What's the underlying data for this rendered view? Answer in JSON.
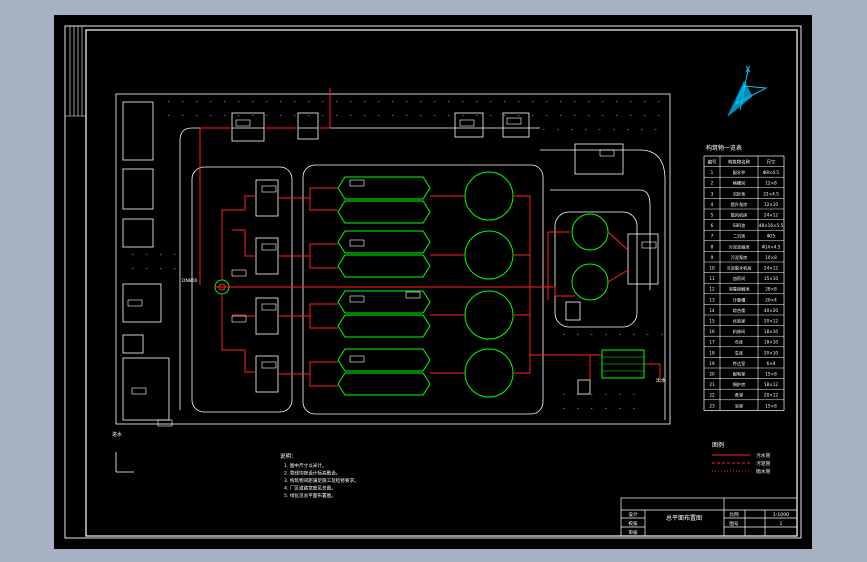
{
  "colors": {
    "backdrop": "#a6b1c4",
    "canvas": "#000000",
    "frame": "#ffffff",
    "pipe": "#ff2020",
    "tank": "#00ff00",
    "text": "#ffffff",
    "north_arrow": "#00c8ff"
  },
  "table": {
    "title": "构筑物一览表",
    "headers": [
      "编号",
      "构筑物名称",
      "尺寸"
    ],
    "rows": [
      [
        "1",
        "配水井",
        "Φ8×4.5"
      ],
      [
        "2",
        "格栅间",
        "12×8"
      ],
      [
        "3",
        "沉砂池",
        "22×4.5"
      ],
      [
        "4",
        "提升泵房",
        "12×10"
      ],
      [
        "5",
        "鼓风机房",
        "24×12"
      ],
      [
        "6",
        "SBR池",
        "48×16×5.5"
      ],
      [
        "7",
        "二沉池",
        "Φ25"
      ],
      [
        "8",
        "污泥浓缩池",
        "Φ14×4.5"
      ],
      [
        "9",
        "污泥泵房",
        "10×8"
      ],
      [
        "10",
        "污泥脱水机房",
        "24×12"
      ],
      [
        "11",
        "加药间",
        "15×10"
      ],
      [
        "12",
        "消毒接触池",
        "28×8"
      ],
      [
        "13",
        "计量槽",
        "20×4"
      ],
      [
        "14",
        "综合楼",
        "40×20"
      ],
      [
        "15",
        "化验室",
        "20×12"
      ],
      [
        "16",
        "机修间",
        "18×10"
      ],
      [
        "17",
        "仓库",
        "18×10"
      ],
      [
        "18",
        "车库",
        "20×10"
      ],
      [
        "19",
        "传达室",
        "6×4"
      ],
      [
        "20",
        "配电室",
        "15×8"
      ],
      [
        "21",
        "锅炉房",
        "18×12"
      ],
      [
        "22",
        "食堂",
        "20×12"
      ],
      [
        "23",
        "浴室",
        "15×8"
      ]
    ]
  },
  "notes": {
    "title": "说明：",
    "lines": [
      "1. 图中尺寸以米计。",
      "2. 管线均按设计标高敷设。",
      "3. 构筑物间距满足施工及检修要求。",
      "4. 厂区道路宽度见总图。",
      "5. 绿化见总平面布置图。"
    ]
  },
  "legend": {
    "title": "图例",
    "items": [
      "污水管",
      "污泥管",
      "雨水管"
    ]
  },
  "title_block": {
    "drawing_title": "总平面布置图",
    "left_cells": [
      "设计",
      "校核",
      "审核"
    ],
    "right_cells": [
      "比例",
      "图号",
      "1:1000",
      "1"
    ]
  },
  "labels": {
    "inlet": "进水",
    "outlet": "出水",
    "pipe_tag": "DN800"
  }
}
